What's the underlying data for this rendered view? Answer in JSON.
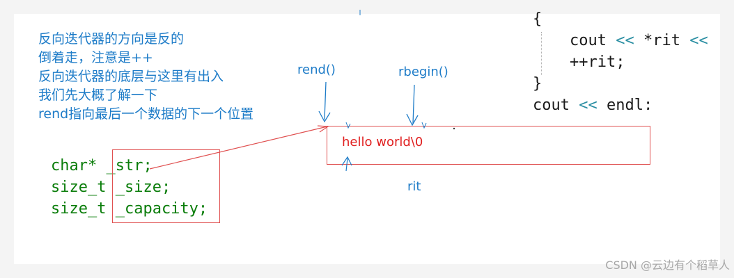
{
  "notes": [
    "反向迭代器的方向是反的",
    "倒着走，注意是++",
    "反向迭代器的底层与这里有出入",
    "我们先大概了解一下",
    "rend指向最后一个数据的下一个位置"
  ],
  "members": [
    "char* _str;",
    "size_t _size;",
    "size_t _capacity;"
  ],
  "code": {
    "line1": "{",
    "line2_a": "    cout ",
    "line2_op1": "<<",
    "line2_b": " *rit ",
    "line2_op2": "<<",
    "line3": "    ++rit;",
    "line4": "}",
    "line5_a": "cout ",
    "line5_op": "<<",
    "line5_b": " endl;"
  },
  "labels": {
    "rend": "rend()",
    "rbegin": "rbegin()",
    "rit": "rit"
  },
  "string_content": "hello world\\0",
  "watermark": "CSDN @云边有个稻草人",
  "colors": {
    "note_blue": "#1e7cc8",
    "member_green": "#0a7d0a",
    "annotation_red": "#e05050",
    "string_red": "#e02020"
  }
}
